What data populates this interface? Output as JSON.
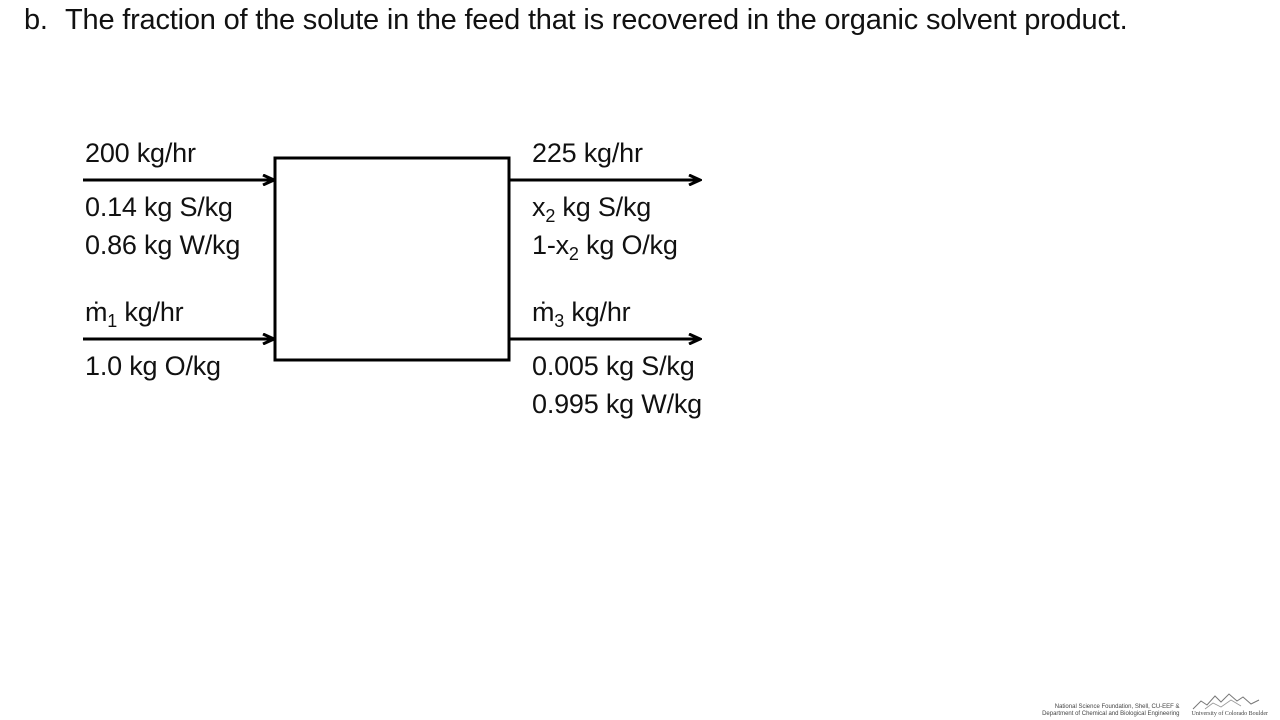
{
  "question": {
    "letter": "b.",
    "text": "The fraction of the solute in the feed that is recovered in the organic solvent product."
  },
  "diagram": {
    "feed": {
      "flow": "200 kg/hr",
      "line1": "0.14 kg S/kg",
      "line2": "0.86 kg W/kg"
    },
    "solvent_in": {
      "flow_symbol": "ṁ",
      "flow_sub": "1",
      "flow_unit": " kg/hr",
      "line1": "1.0 kg O/kg"
    },
    "organic_out": {
      "flow": "225 kg/hr",
      "line1_var": "x",
      "line1_sub": "2",
      "line1_rest": " kg S/kg",
      "line2_pre": "1-x",
      "line2_sub": "2",
      "line2_rest": " kg O/kg"
    },
    "raffinate_out": {
      "flow_symbol": "ṁ",
      "flow_sub": "3",
      "flow_unit": " kg/hr",
      "line1": "0.005 kg S/kg",
      "line2": "0.995 kg W/kg"
    }
  },
  "footer": {
    "credit_line1": "National Science Foundation, Shell, CU-EEF &",
    "credit_line2": "Department of Chemical and Biological Engineering",
    "university": "University of Colorado Boulder",
    "logo_icon": "mountains-logo-icon"
  },
  "colors": {
    "text": "#111111",
    "lines": "#000000",
    "background": "#ffffff"
  }
}
